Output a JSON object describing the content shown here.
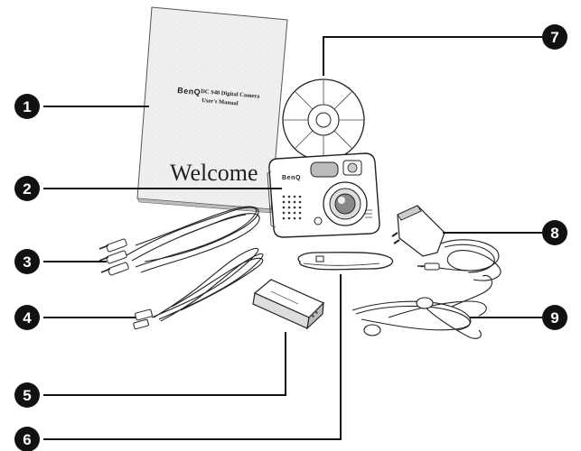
{
  "callouts": [
    {
      "number": "1",
      "item": "users-manual"
    },
    {
      "number": "2",
      "item": "digital-camera"
    },
    {
      "number": "3",
      "item": "av-cable"
    },
    {
      "number": "4",
      "item": "usb-cable"
    },
    {
      "number": "5",
      "item": "battery"
    },
    {
      "number": "6",
      "item": "wrist-strap"
    },
    {
      "number": "7",
      "item": "software-cd"
    },
    {
      "number": "8",
      "item": "power-adapter"
    },
    {
      "number": "9",
      "item": "earphones"
    }
  ],
  "manual": {
    "brand": "BenQ",
    "title_line": "DC S40 Digital Camera",
    "subtitle_line": "User's Manual",
    "welcome": "Welcome"
  },
  "camera": {
    "brand": "BenQ"
  },
  "colors": {
    "badge_fill": "#111111",
    "line_color": "#111111",
    "manual_fill": "#eeeeee"
  }
}
